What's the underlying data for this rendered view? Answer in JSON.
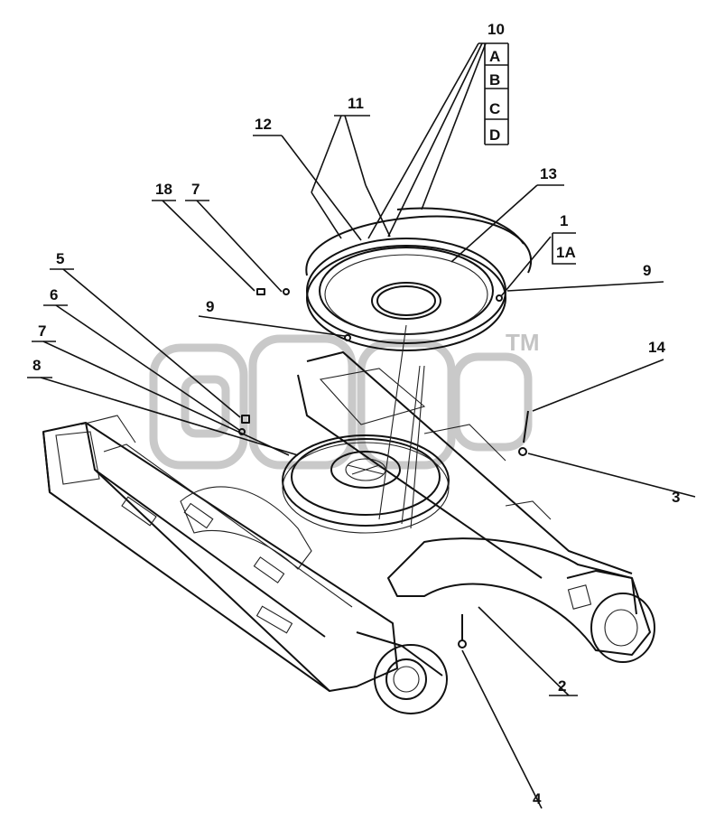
{
  "watermark": {
    "tm": "TM"
  },
  "callouts": [
    {
      "id": "c10",
      "text": "10"
    },
    {
      "id": "cA",
      "text": "A"
    },
    {
      "id": "cB",
      "text": "B"
    },
    {
      "id": "cC",
      "text": "C"
    },
    {
      "id": "cD",
      "text": "D"
    },
    {
      "id": "c11",
      "text": "11"
    },
    {
      "id": "c12",
      "text": "12"
    },
    {
      "id": "c13",
      "text": "13"
    },
    {
      "id": "c1",
      "text": "1"
    },
    {
      "id": "c1A",
      "text": "1A"
    },
    {
      "id": "c9r",
      "text": "9"
    },
    {
      "id": "c18",
      "text": "18"
    },
    {
      "id": "c7a",
      "text": "7"
    },
    {
      "id": "c5",
      "text": "5"
    },
    {
      "id": "c6",
      "text": "6"
    },
    {
      "id": "c7b",
      "text": "7"
    },
    {
      "id": "c9l",
      "text": "9"
    },
    {
      "id": "c8",
      "text": "8"
    },
    {
      "id": "c14",
      "text": "14"
    },
    {
      "id": "c3",
      "text": "3"
    },
    {
      "id": "c2",
      "text": "2"
    },
    {
      "id": "c4",
      "text": "4"
    }
  ],
  "colors": {
    "line": "#111111",
    "watermark": "#c9c9c9",
    "background": "#ffffff"
  }
}
